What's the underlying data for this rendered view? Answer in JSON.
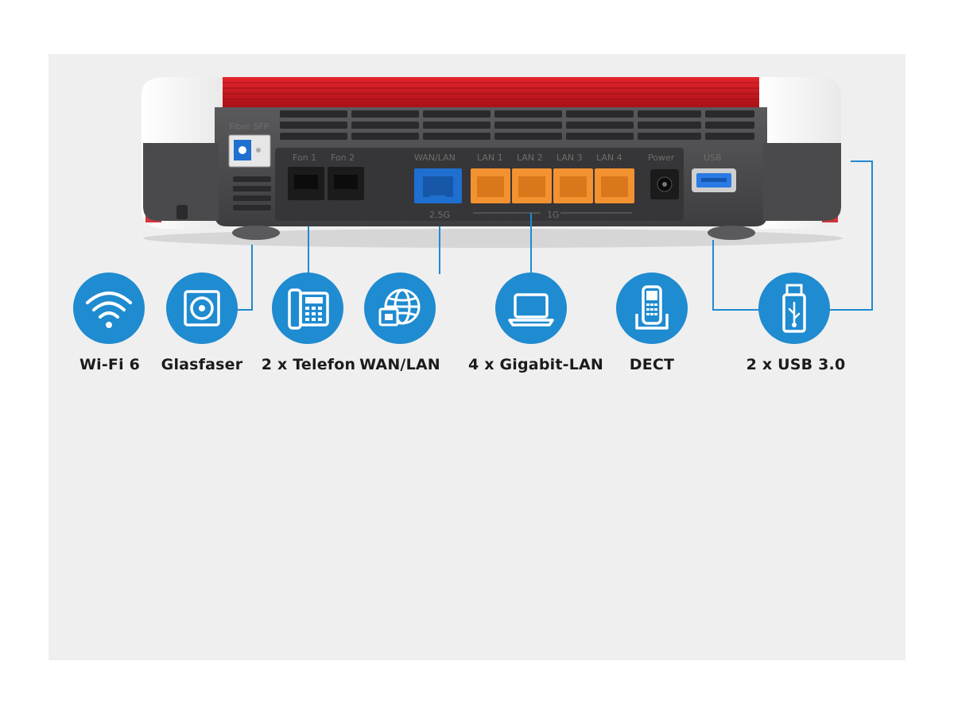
{
  "router": {
    "brand_label": "Fiber SFP",
    "port_labels": {
      "fon1": "Fon 1",
      "fon2": "Fon 2",
      "wan": "WAN/LAN",
      "lan1": "LAN 1",
      "lan2": "LAN 2",
      "lan3": "LAN 3",
      "lan4": "LAN 4",
      "power": "Power",
      "usb": "USB",
      "speed_wan": "2.5G",
      "speed_lan": "1G"
    },
    "colors": {
      "red_top": "#c8141c",
      "body_dark": "#4a4a4c",
      "wan_port": "#1f6fd0",
      "lan_port": "#f29230",
      "usb_port": "#2a7be4",
      "accent_blue": "#1f8bd0"
    }
  },
  "features": [
    {
      "label": "Wi-Fi 6",
      "icon": "wifi-icon"
    },
    {
      "label": "Glasfaser",
      "icon": "fiber-socket-icon"
    },
    {
      "label": "2 x Telefon",
      "icon": "telephone-icon"
    },
    {
      "label": "WAN/LAN",
      "icon": "globe-network-icon"
    },
    {
      "label": "4 x Gigabit-LAN",
      "icon": "laptop-icon"
    },
    {
      "label": "DECT",
      "icon": "dect-phone-icon"
    },
    {
      "label": "2 x USB 3.0",
      "icon": "usb-stick-icon"
    }
  ]
}
